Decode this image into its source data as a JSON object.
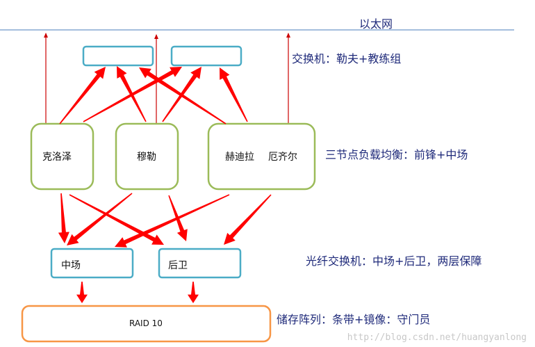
{
  "labels": {
    "ethernet": "以太网",
    "switch_layer": "交换机：勒夫+教练组",
    "node_layer": "三节点负载均衡：前锋+中场",
    "fiber_layer": "光纤交换机：中场+后卫，两层保障",
    "storage_layer": "储存阵列：条带+镜像：守门员"
  },
  "nodes": {
    "node1": "克洛泽",
    "node2": "穆勒",
    "node3a": "赫迪拉",
    "node3b": "厄齐尔",
    "fc1": "中场",
    "fc2": "后卫",
    "storage": "RAID 10"
  },
  "watermark": "http://blog.csdn.net/huangyanlong",
  "colors": {
    "switch_border": "#4bacc6",
    "node_border": "#9bbb59",
    "storage_border": "#f79646",
    "arrow": "#ff0000",
    "line": "#4a7ebb",
    "text": "#1f2a7a"
  }
}
